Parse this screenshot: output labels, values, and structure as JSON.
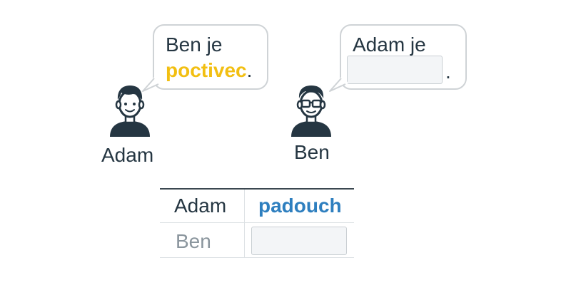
{
  "adam_bubble": {
    "line1": "Ben je",
    "highlight": "poctivec",
    "period": "."
  },
  "ben_bubble": {
    "line1": "Adam je",
    "period": "."
  },
  "characters": {
    "adam": "Adam",
    "ben": "Ben"
  },
  "table": {
    "rows": [
      {
        "name": "Adam",
        "value": "padouch"
      },
      {
        "name": "Ben",
        "value": ""
      }
    ]
  },
  "colors": {
    "text": "#253642",
    "highlight_yellow": "#f2bf12",
    "value_blue": "#2e7fbf",
    "muted_text": "#8a959d",
    "bubble_border": "#cfd3d6",
    "blank_fill": "#f3f5f7"
  },
  "icons": {
    "adam_avatar": "person-avatar-icon",
    "ben_avatar": "person-with-glasses-avatar-icon"
  }
}
